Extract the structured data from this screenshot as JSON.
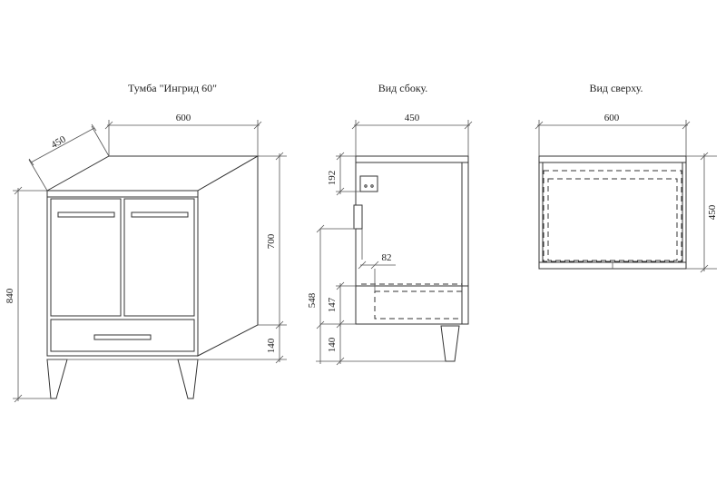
{
  "titles": {
    "front": "Тумба \"Ингрид 60\"",
    "side": "Вид сбоку.",
    "top": "Вид сверху."
  },
  "front_view": {
    "width": "600",
    "depth": "450",
    "total_height": "840",
    "body_height": "700",
    "leg_height": "140"
  },
  "side_view": {
    "depth": "450",
    "dim_192": "192",
    "dim_82": "82",
    "dim_548": "548",
    "dim_147": "147",
    "leg_height": "140"
  },
  "top_view": {
    "width": "600",
    "depth": "450"
  }
}
